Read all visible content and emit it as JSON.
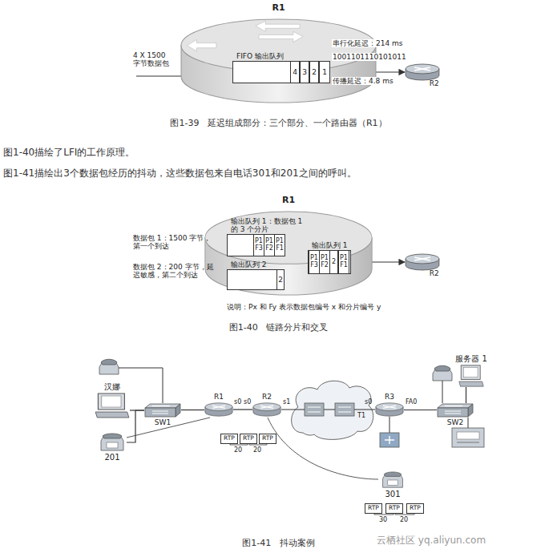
{
  "diagram": {
    "nodes": [
      {
        "text": [
          "R1"
        ]
      },
      {
        "text": [
          "FIFO 输出队列"
        ],
        "in": 0
      },
      {
        "text": [
          "4"
        ],
        "in": 1
      },
      {
        "text": [
          "3"
        ],
        "in": 1
      },
      {
        "text": [
          "2"
        ],
        "in": 1
      },
      {
        "text": [
          "1"
        ],
        "in": 1
      },
      {
        "text": [
          "R2"
        ]
      },
      {
        "text": [
          "R1"
        ]
      },
      {
        "text": [
          "输出队列 1：数据包 1 的 3 个分片"
        ],
        "in": 7
      },
      {
        "text": [
          "P1 F3"
        ],
        "in": 8
      },
      {
        "text": [
          "P1 F2"
        ],
        "in": 8
      },
      {
        "text": [
          "P1 F1"
        ],
        "in": 8
      },
      {
        "text": [
          "输出队列 2"
        ],
        "in": 7
      },
      {
        "text": [
          "2"
        ],
        "in": 12
      },
      {
        "text": [
          "输出队列 1"
        ],
        "in": 7
      },
      {
        "text": [
          "P1 F3"
        ],
        "in": 14
      },
      {
        "text": [
          "P1 F2"
        ],
        "in": 14
      },
      {
        "text": [
          "2"
        ],
        "in": 14
      },
      {
        "text": [
          "P1 F1"
        ],
        "in": 14
      },
      {
        "text": [
          "R2"
        ]
      },
      {
        "text": [
          "汉娜"
        ]
      },
      {
        "text": [
          "SW1"
        ]
      },
      {
        "text": [
          "R1"
        ]
      },
      {
        "text": [
          "R2"
        ]
      },
      {
        "text": [
          "R3"
        ]
      },
      {
        "text": [
          "SW2"
        ]
      },
      {
        "text": [
          "服务器 1"
        ]
      },
      {
        "text": [
          "201"
        ]
      },
      {
        "text": [
          "301"
        ]
      },
      {
        "text": [
          "RTP"
        ]
      },
      {
        "text": [
          "RTP"
        ]
      },
      {
        "text": [
          "RTP"
        ]
      },
      {
        "text": [
          "RTP"
        ]
      },
      {
        "text": [
          "RTP"
        ]
      },
      {
        "text": [
          "RTP"
        ]
      }
    ],
    "edges": [
      {
        "from": 1,
        "to": 6,
        "arrow": "to"
      },
      {
        "from": 8,
        "to": 14,
        "arrow": "to"
      },
      {
        "from": 12,
        "to": 14,
        "arrow": "to"
      },
      {
        "from": 14,
        "to": 19,
        "arrow": "to"
      },
      {
        "from": 20,
        "to": 21,
        "arrow": "none"
      },
      {
        "from": 27,
        "to": 21,
        "arrow": "none"
      },
      {
        "from": 21,
        "to": 22,
        "arrow": "none"
      },
      {
        "from": 22,
        "to": 23,
        "arrow": "none"
      },
      {
        "from": 24,
        "to": 25,
        "arrow": "none"
      },
      {
        "from": 25,
        "to": 26,
        "arrow": "none"
      }
    ],
    "labels": [
      "4 X 1500 字节数据包",
      "串行化延迟：214 ms",
      "1001101110101011",
      "传播延迟：4.8 ms",
      "图1-39   延迟组成部分：三个部分、一个路由器（R1）",
      "图1-40描绘了LFI的工作原理。",
      "图1-41描绘出3个数据包经历的抖动，这些数据包来自电话301和201之间的呼叫。",
      "数据包 1：1500 字节，第一个到达",
      "数据包 2：200 字节，延迟敏感，第二个到达",
      "说明：Px 和 Fy 表示数据包编号 x 和分片编号 y",
      "图1-40   链路分片和交叉",
      "s0",
      "s0",
      "s1",
      "T1",
      "s0",
      "FA0",
      "20",
      "20",
      "30",
      "20",
      "图1-41   抖动案例",
      "云栖社区 yq.aliyun.com"
    ]
  }
}
